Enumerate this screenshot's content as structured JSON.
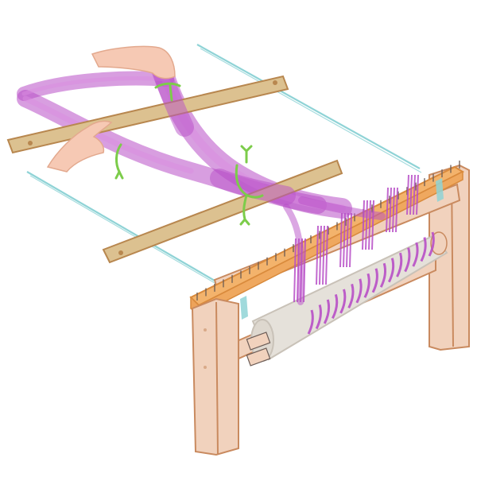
{
  "illustration": {
    "subject": "Warping a frame loom with a cross held by lease sticks",
    "elements": [
      "wooden loom frame with two legs",
      "front beam with row of nails",
      "cloth beam roller wrapped with warp",
      "two lease sticks",
      "purple warp threads bundled and crossed",
      "green ties securing the cross",
      "two hands holding a lease stick and the warp bundle",
      "light blue guide strings"
    ]
  },
  "colors": {
    "background": "#ffffff",
    "wood_light": "#f1d2bd",
    "wood_edge": "#c98a5f",
    "beam_orange": "#f3b36c",
    "beam_edge": "#d98a3c",
    "lease_stick": "#dcc190",
    "lease_stick_edge": "#b8874f",
    "warp_purple": "#b84fc7",
    "warp_light": "#d98be0",
    "tie_green": "#7ccc4a",
    "guide_blue": "#8fd3d6",
    "roller": "#e5e1da",
    "roller_edge": "#c9c2b8",
    "skin": "#f6c9b4",
    "skin_edge": "#e3a98e",
    "nail": "#6b5b55"
  }
}
